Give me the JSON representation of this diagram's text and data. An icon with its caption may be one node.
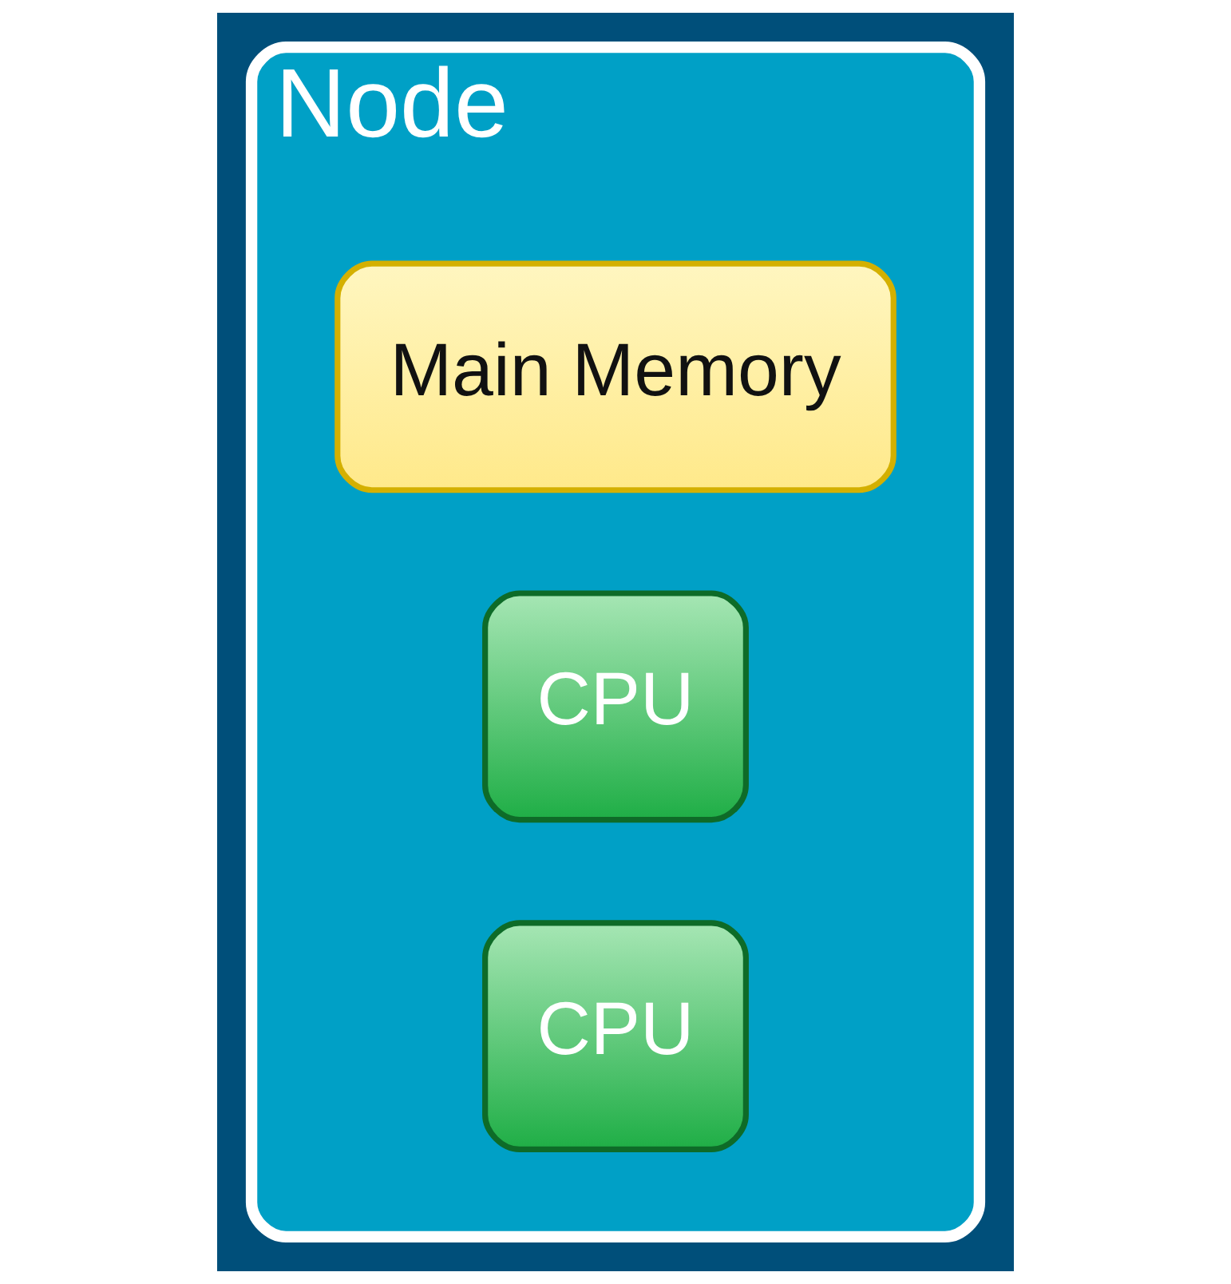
{
  "diagram": {
    "nodes": [
      {
        "text": [
          "Node"
        ]
      },
      {
        "text": [
          "Main Memory"
        ],
        "in": 0
      },
      {
        "text": [
          "CPU"
        ],
        "in": 0
      },
      {
        "text": [
          "CPU"
        ],
        "in": 0
      }
    ]
  }
}
